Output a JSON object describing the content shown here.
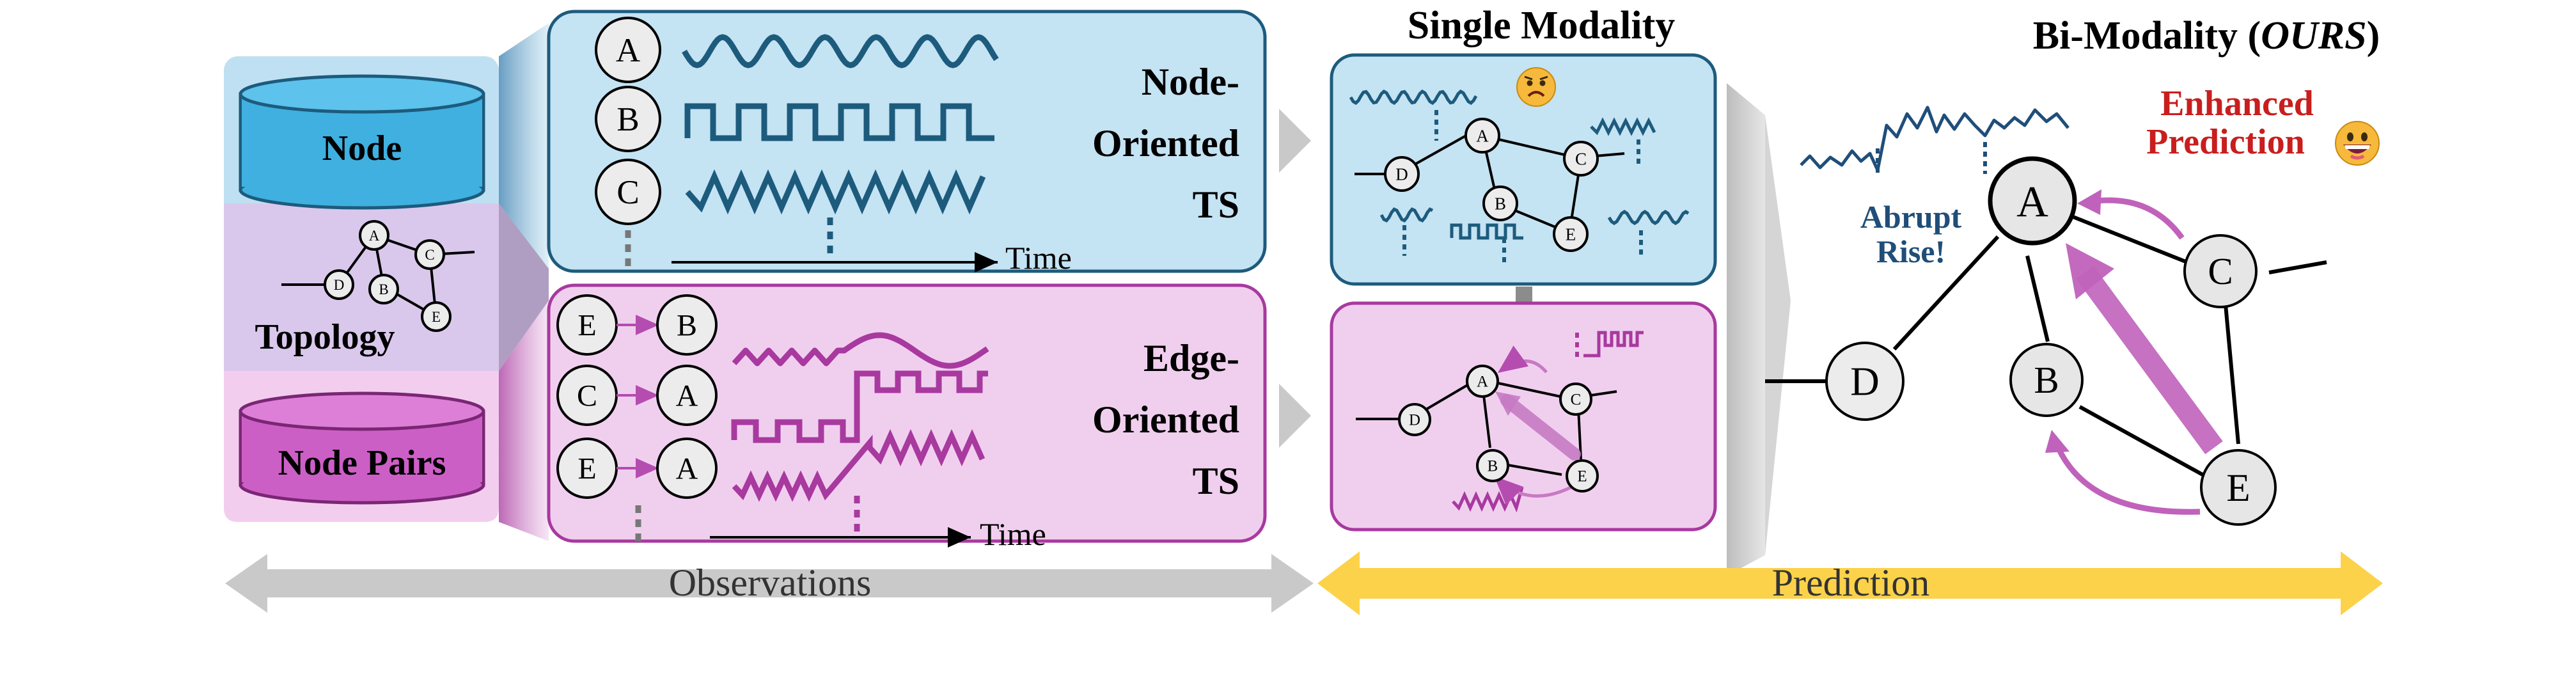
{
  "left_stack": {
    "node_label": "Node",
    "topology_label": "Topology",
    "node_pairs_label": "Node Pairs",
    "topology_nodes": [
      "A",
      "B",
      "C",
      "D",
      "E"
    ]
  },
  "node_panel": {
    "node_labels": [
      "A",
      "B",
      "C"
    ],
    "title_line1": "Node-",
    "title_line2": "Oriented",
    "title_line3": "TS",
    "time_label": "Time"
  },
  "edge_panel": {
    "pairs": [
      {
        "from": "E",
        "to": "B"
      },
      {
        "from": "C",
        "to": "A"
      },
      {
        "from": "E",
        "to": "A"
      }
    ],
    "title_line1": "Edge-",
    "title_line2": "Oriented",
    "title_line3": "TS",
    "time_label": "Time"
  },
  "single_modality": {
    "title": "Single Modality",
    "nodes": [
      "A",
      "B",
      "C",
      "D",
      "E"
    ],
    "emoji": "sad-face"
  },
  "bi_modality": {
    "title_prefix": "Bi-Modality (",
    "title_italic": "OURS",
    "title_suffix": ")",
    "nodes": [
      "A",
      "B",
      "C",
      "D",
      "E"
    ],
    "enhanced_line1": "Enhanced",
    "enhanced_line2": "Prediction",
    "abrupt_line1": "Abrupt",
    "abrupt_line2": "Rise!",
    "emoji": "grin-face"
  },
  "bottom_arrows": {
    "observations_label": "Observations",
    "prediction_label": "Prediction"
  },
  "colors": {
    "node_blue": "#3fb0e0",
    "node_panel_bg": "#c4e3f3",
    "node_ts": "#1d5b7d",
    "topology_bg": "#d9c8ec",
    "pair_pink": "#cc5fc6",
    "edge_panel_bg": "#f0cfee",
    "edge_ts": "#a8399f",
    "prediction_yellow": "#fcd24a",
    "enhanced_red": "#c81e1e",
    "abrupt_blue": "#1f4e79"
  }
}
